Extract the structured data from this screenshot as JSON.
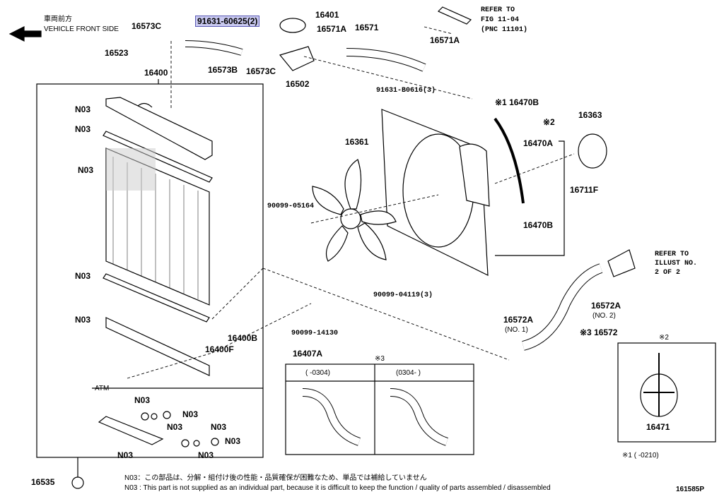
{
  "orientation": {
    "jp": "車両前方",
    "en": "VEHICLE FRONT SIDE"
  },
  "parts": {
    "p16573C_top": "16573C",
    "p91631_60625": "91631-60625(2)",
    "p16401": "16401",
    "p16571A_top": "16571A",
    "p16571": "16571",
    "p16571A_right": "16571A",
    "p16523": "16523",
    "p16573B": "16573B",
    "p16573C_bot": "16573C",
    "p16400": "16400",
    "p16502": "16502",
    "p91631_B0616": "91631-B0616(3)",
    "p16470B_top": "※1 16470B",
    "p16363": "16363",
    "p16470A": "16470A",
    "mark2": "※2",
    "p16361": "16361",
    "p16711F": "16711F",
    "p90099_05164": "90099-05164",
    "p16470B_bot": "16470B",
    "p90099_04119": "90099-04119(3)",
    "p16572A_no2": "16572A",
    "no2": "(NO. 2)",
    "p90099_14130": "90099-14130",
    "p16407A": "16407A",
    "p16572A_no1": "16572A",
    "no1": "(NO. 1)",
    "p16572": "※3 16572",
    "p16400F": "16400F",
    "p16400B": "16400B",
    "p16535": "16535",
    "p16471": "16471",
    "n03": "N03",
    "atm": "ATM"
  },
  "refer1": [
    "REFER TO",
    "FIG 11-04",
    "(PNC 11101)"
  ],
  "refer2": [
    "REFER TO",
    "ILLUST NO.",
    "2 OF 2"
  ],
  "inset3": {
    "title": "※3",
    "left": "(     -0304)",
    "right": "(0304-     )"
  },
  "inset2": {
    "title": "※2"
  },
  "footnote1": "※1 (      -0210)",
  "notes": [
    "N03：この部品は、分解・組付け後の性能・品質確保が困難なため、単品では補給していません",
    "N03 : This part is not supplied as an individual part, because it is difficult to keep the function / quality of parts assembled / disassembled"
  ],
  "figure_id": "161585P",
  "highlight_color": "#c9c9f0"
}
